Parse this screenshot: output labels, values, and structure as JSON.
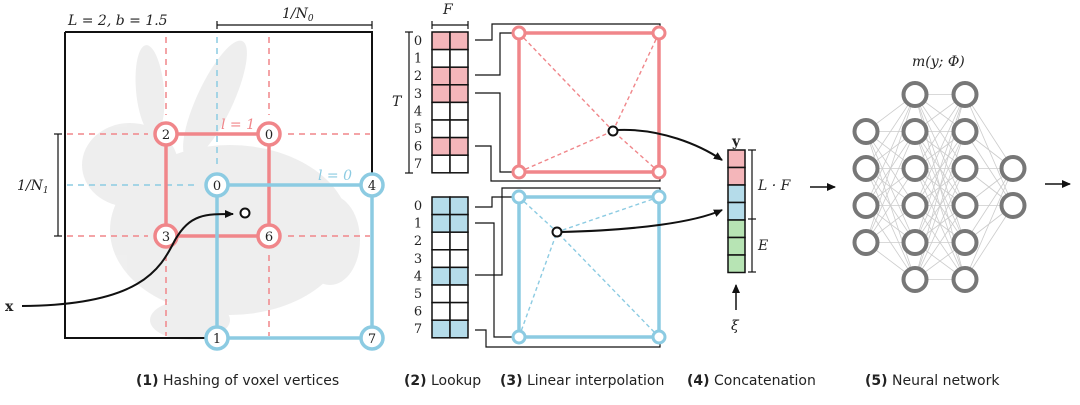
{
  "colors": {
    "level1": "#f0868a",
    "level1_fill": "#f4b6ba",
    "level0": "#8ccbe2",
    "level0_fill": "#b5dcea",
    "aux_fill": "#b7e4b4",
    "nn_node": "#777777",
    "nn_edge": "#cccccc",
    "ink": "#111111"
  },
  "panel1": {
    "params_label": "L = 2,  b = 1.5",
    "n0_label": "1/N",
    "n0_sub": "0",
    "n1_label": "1/N",
    "n1_sub": "1",
    "level1_label": "l = 1",
    "level0_label": "l = 0",
    "input_label": "x",
    "level1_vertices": [
      "2",
      "0",
      "3",
      "6"
    ],
    "level0_vertices": [
      "0",
      "4",
      "1",
      "7"
    ],
    "caption_num": "(1)",
    "caption_text": " Hashing of voxel vertices"
  },
  "panel2": {
    "width_label": "F",
    "height_label": "T",
    "row_indices": [
      "0",
      "1",
      "2",
      "3",
      "4",
      "5",
      "6",
      "7"
    ],
    "level1_highlight_rows": [
      0,
      2,
      3,
      6
    ],
    "level0_highlight_rows": [
      0,
      1,
      4,
      7
    ],
    "caption_num": "(2)",
    "caption_text": " Lookup"
  },
  "panel3": {
    "caption_num": "(3)",
    "caption_text": " Linear interpolation"
  },
  "panel4": {
    "vector_label": "y",
    "lf_label": "L · F",
    "e_label": "E",
    "aux_label": "ξ",
    "cells": [
      "level1",
      "level1",
      "level0",
      "level0",
      "aux",
      "aux",
      "aux"
    ],
    "caption_num": "(4)",
    "caption_text": " Concatenation"
  },
  "panel5": {
    "title": "m(y; Φ)",
    "layers": [
      4,
      6,
      6,
      2
    ],
    "caption_num": "(5)",
    "caption_text": " Neural network"
  }
}
